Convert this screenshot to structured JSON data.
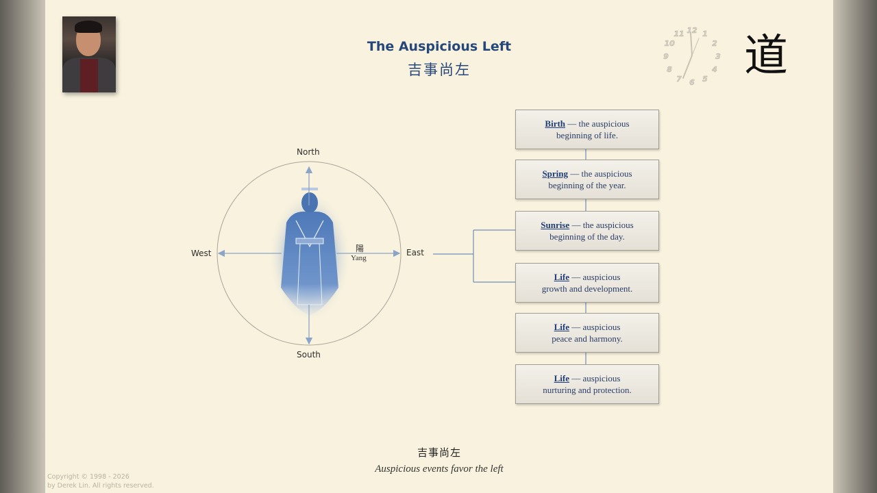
{
  "title": "The Auspicious Left",
  "title_cn": "吉事尚左",
  "logo_char": "道",
  "directions": {
    "north": "North",
    "south": "South",
    "east": "East",
    "west": "West"
  },
  "yang": {
    "cn": "陽",
    "en": "Yang"
  },
  "boxes": [
    {
      "keyword": "Birth",
      "rest": " — the auspicious",
      "line2": "beginning of life."
    },
    {
      "keyword": "Spring",
      "rest": " — the auspicious",
      "line2": "beginning of the year."
    },
    {
      "keyword": "Sunrise",
      "rest": " — the auspicious",
      "line2": "beginning of the day."
    },
    {
      "keyword": "Life",
      "rest": " — auspicious",
      "line2": "growth and development."
    },
    {
      "keyword": "Life",
      "rest": " — auspicious",
      "line2": "peace and harmony."
    },
    {
      "keyword": "Life",
      "rest": " — auspicious",
      "line2": "nurturing and protection."
    }
  ],
  "quote": {
    "cn": "吉事尚左",
    "en": "Auspicious events favor the left"
  },
  "copyright": {
    "line1": "Copyright © 1998 - 2026",
    "line2": "by Derek Lin. All rights reserved."
  },
  "clock_numbers": [
    "12",
    "1",
    "2",
    "3",
    "4",
    "5",
    "6",
    "7",
    "8",
    "9",
    "10",
    "11"
  ],
  "colors": {
    "accent": "#25477a",
    "figure": "#5a86c4",
    "arrow": "#8aa5c8",
    "background": "#f8f2de"
  }
}
